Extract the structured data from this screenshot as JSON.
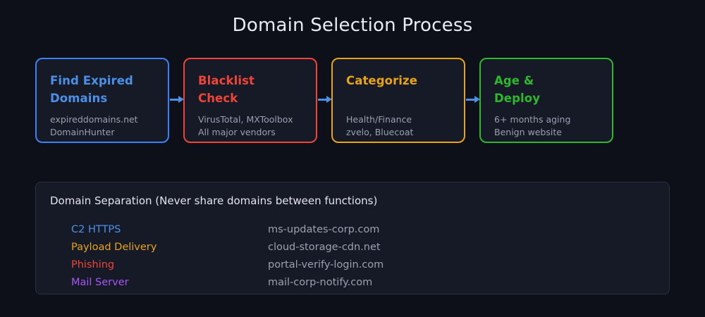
{
  "title": "Domain Selection Process",
  "flow": {
    "stages": [
      {
        "name": "find-expired-domains",
        "title": "Find Expired\nDomains",
        "detail": "expireddomains.net\nDomainHunter",
        "color": "#4a90e8",
        "border_color": "#3b82f6"
      },
      {
        "name": "blacklist-check",
        "title": "Blacklist\nCheck",
        "detail": "VirusTotal, MXToolbox\nAll major vendors",
        "color": "#f04438",
        "border_color": "#f04438"
      },
      {
        "name": "categorize",
        "title": "Categorize",
        "detail": "Health/Finance\nzvelo, Bluecoat",
        "color": "#e8a317",
        "border_color": "#e8a317"
      },
      {
        "name": "age-and-deploy",
        "title": "Age &\nDeploy",
        "detail": "6+ months aging\nBenign website",
        "color": "#2eb82e",
        "border_color": "#2eb82e"
      }
    ],
    "arrow_color": "#4a90e8",
    "arrow_count": 3
  },
  "separation": {
    "heading": "Domain Separation (Never share domains between functions)",
    "rows": [
      {
        "label": "C2 HTTPS",
        "value": "ms-updates-corp.com",
        "color": "#4a90e8"
      },
      {
        "label": "Payload Delivery",
        "value": "cloud-storage-cdn.net",
        "color": "#e8a317"
      },
      {
        "label": "Phishing",
        "value": "portal-verify-login.com",
        "color": "#f04438"
      },
      {
        "label": "Mail Server",
        "value": "mail-corp-notify.com",
        "color": "#a855f7"
      }
    ],
    "value_color": "#9aa0ae"
  },
  "theme": {
    "page_background": "#0d1018",
    "card_background": "#161a26",
    "panel_border": "#2a2f40",
    "title_color": "#e8eaf4",
    "muted_text": "#9aa0ae"
  }
}
